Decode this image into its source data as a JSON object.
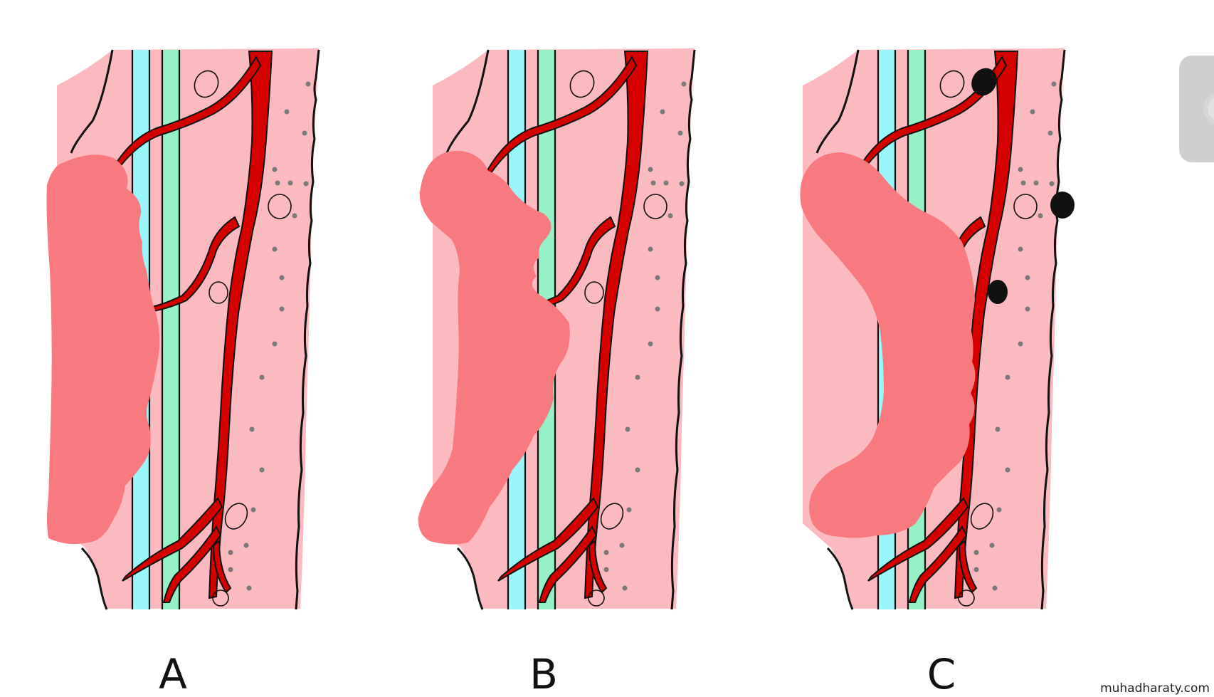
{
  "panels": [
    {
      "label": "A",
      "variant": "A"
    },
    {
      "label": "B",
      "variant": "B"
    },
    {
      "label": "C",
      "variant": "C"
    }
  ],
  "watermark": "muhadharaty.com",
  "colors": {
    "tissue": "#fbb9c0",
    "tumor": "#f77a80",
    "artery": "#d40000",
    "nerve": "#9bf6fa",
    "vein": "#96f2c6",
    "outline": "#111111",
    "dots": "#7a7a7a",
    "side_button": "#cfcfcf"
  },
  "icons": {
    "side_button": "round-button-icon"
  }
}
